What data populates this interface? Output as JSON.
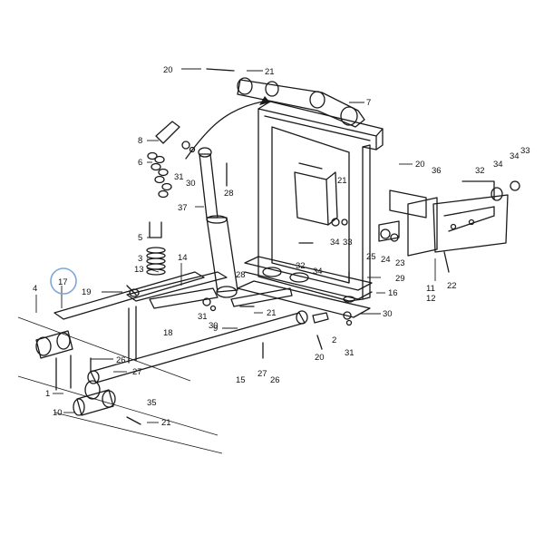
{
  "labels": [
    "20",
    "21",
    "7",
    "8",
    "31",
    "30",
    "28",
    "6",
    "20",
    "21",
    "36",
    "32",
    "34",
    "34",
    "33",
    "37",
    "5",
    "3",
    "13",
    "14",
    "34",
    "33",
    "25",
    "24",
    "23",
    "32",
    "34",
    "29",
    "16",
    "11",
    "12",
    "22",
    "17",
    "4",
    "19",
    "28",
    "31",
    "30",
    "21",
    "2",
    "30",
    "9",
    "18",
    "20",
    "31",
    "26",
    "27",
    "27",
    "26",
    "15",
    "1",
    "35",
    "10",
    "21"
  ],
  "highlight_label": "17"
}
